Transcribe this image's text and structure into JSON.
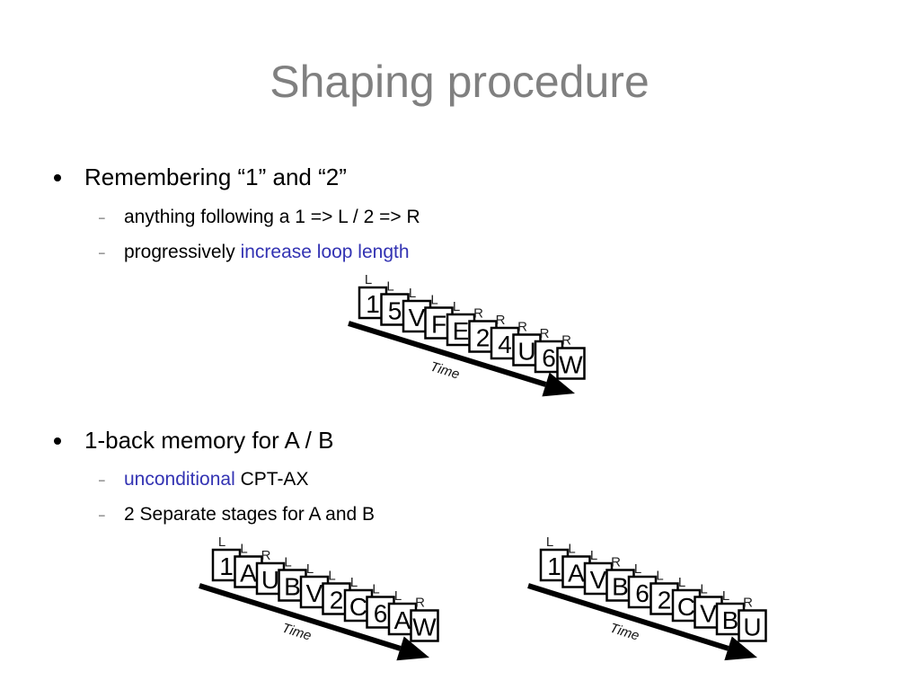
{
  "title": "Shaping procedure",
  "bullets": [
    {
      "text": "Remembering “1” and “2”",
      "subs": [
        {
          "text": "anything following a 1 => L /  2  => R"
        },
        {
          "pre": "progressively ",
          "highlight": "increase loop length"
        }
      ]
    },
    {
      "text": "1-back memory for A / B",
      "subs": [
        {
          "highlight": "unconditional",
          "post": " CPT-AX"
        },
        {
          "text": "2 Separate stages for A and B"
        }
      ]
    }
  ],
  "timelines": [
    {
      "id": "timeline-1",
      "time_label": "Time",
      "cards": [
        "1",
        "5",
        "V",
        "F",
        "E",
        "2",
        "4",
        "U",
        "6",
        "W"
      ],
      "responses": [
        "L",
        "L",
        "L",
        "L",
        "L",
        "R",
        "R",
        "R",
        "R",
        "R"
      ]
    },
    {
      "id": "timeline-2",
      "time_label": "Time",
      "cards": [
        "1",
        "A",
        "U",
        "B",
        "V",
        "2",
        "C",
        "6",
        "A",
        "W"
      ],
      "responses": [
        "L",
        "L",
        "R",
        "L",
        "L",
        "L",
        "L",
        "L",
        "L",
        "R"
      ]
    },
    {
      "id": "timeline-3",
      "time_label": "Time",
      "cards": [
        "1",
        "A",
        "V",
        "B",
        "6",
        "2",
        "C",
        "V",
        "B",
        "U"
      ],
      "responses": [
        "L",
        "L",
        "L",
        "R",
        "L",
        "L",
        "L",
        "L",
        "L",
        "R"
      ]
    }
  ]
}
